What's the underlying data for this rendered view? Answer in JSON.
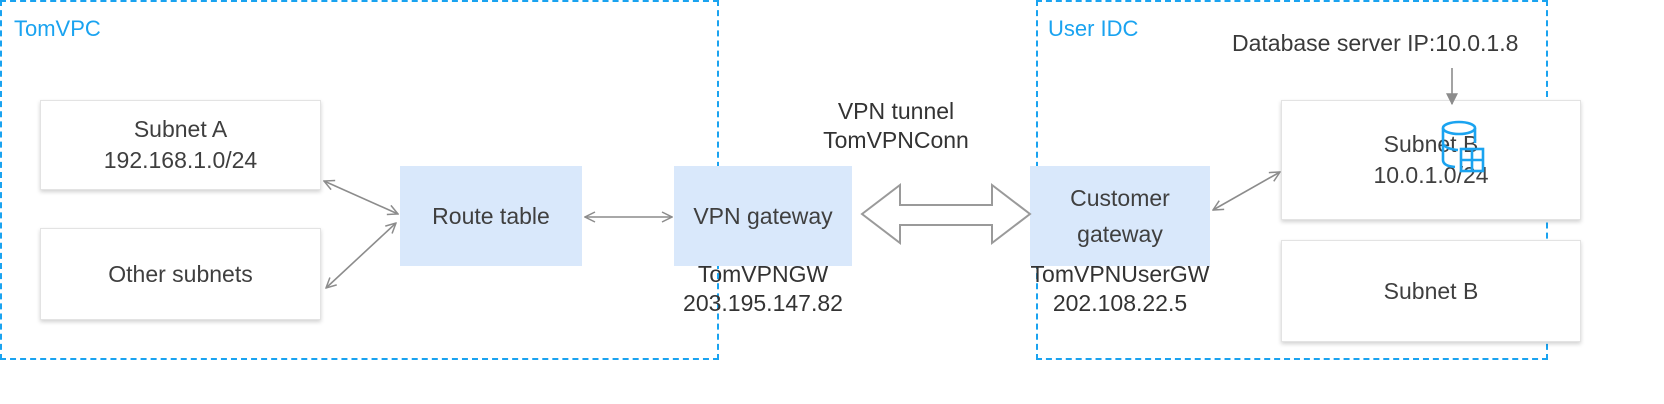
{
  "zones": {
    "vpc": {
      "label": "TomVPC"
    },
    "idc": {
      "label": "User IDC"
    }
  },
  "nodes": {
    "subnet_a": {
      "title": "Subnet A",
      "cidr": "192.168.1.0/24"
    },
    "other_subnets": {
      "title": "Other subnets"
    },
    "route_table": {
      "title": "Route table"
    },
    "vpn_gateway": {
      "title": "VPN gateway",
      "name": "TomVPNGW",
      "ip": "203.195.147.82"
    },
    "customer_gateway": {
      "title_line1": "Customer",
      "title_line2": "gateway",
      "name": "TomVPNUserGW",
      "ip": "202.108.22.5"
    },
    "subnet_b1": {
      "title": "Subnet B",
      "cidr": "10.0.1.0/24"
    },
    "subnet_b2": {
      "title": "Subnet B"
    }
  },
  "tunnel": {
    "label_line1": "VPN tunnel",
    "label_line2": "TomVPNConn"
  },
  "database": {
    "label": "Database server IP:10.0.1.8",
    "icon": "database-icon"
  },
  "colors": {
    "zone_border": "#1aa3f0",
    "zone_label": "#1aa3f0",
    "blue_box": "#d9e8fb",
    "connector": "#8c8c8c",
    "db_icon": "#1aa3f0"
  }
}
